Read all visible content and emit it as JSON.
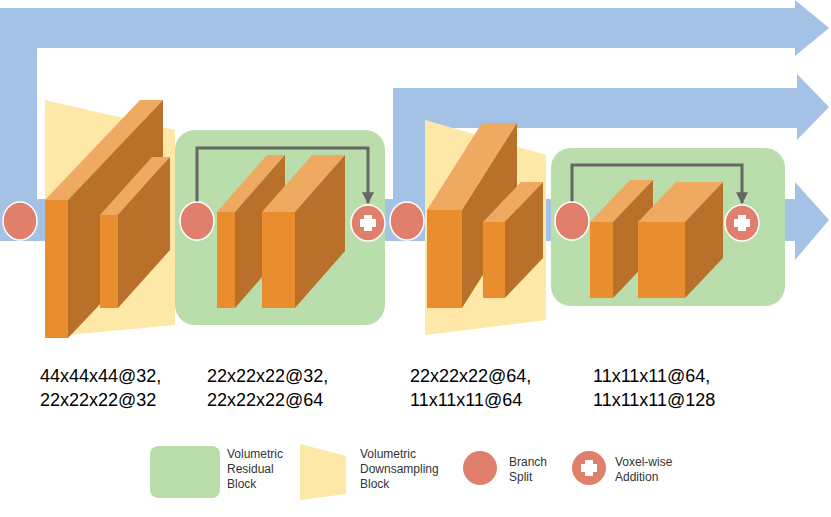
{
  "diagram": {
    "labels": [
      "44x44x44@32, 22x22x22@32",
      "22x22x22@32, 22x22x22@64",
      "22x22x22@64, 11x11x11@64",
      "11x11x11@64, 11x11x11@128"
    ],
    "legend": [
      {
        "text": "Volumetric Residual Block",
        "color": "#b9ddab"
      },
      {
        "text": "Volumetric Downsampling Block",
        "color": "#fde8a8"
      },
      {
        "text": "Branch Split",
        "color": "#e07f6c"
      },
      {
        "text": "Voxel-wise Addition"
      }
    ]
  }
}
